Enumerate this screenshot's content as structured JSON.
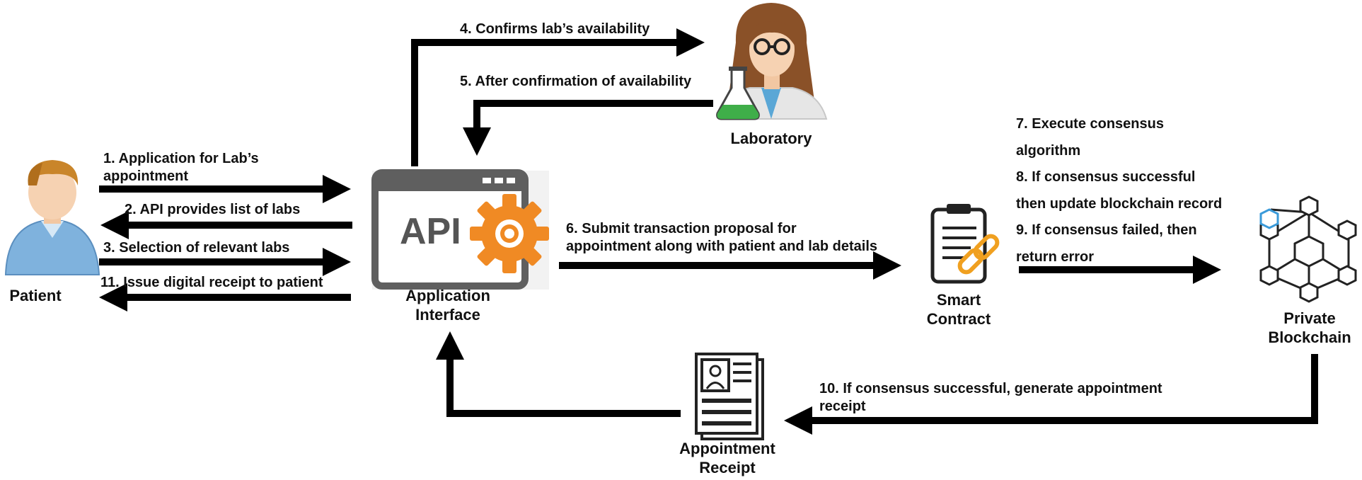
{
  "nodes": {
    "patient": "Patient",
    "laboratory": "Laboratory",
    "api_line1": "Application",
    "api_line2": "Interface",
    "api_logo": "API",
    "contract_line1": "Smart",
    "contract_line2": "Contract",
    "blockchain_line1": "Private",
    "blockchain_line2": "Blockchain",
    "receipt_line1": "Appointment",
    "receipt_line2": "Receipt"
  },
  "steps": {
    "s1_line1": "1. Application  for Lab’s",
    "s1_line2": "appointment",
    "s2": "2. API provides list of labs",
    "s3": "3. Selection of relevant labs",
    "s11": "11. Issue digital receipt to patient",
    "s4": "4. Confirms lab’s availability",
    "s5": "5. After confirmation of availability",
    "s6_line1": "6. Submit transaction proposal for",
    "s6_line2": "appointment along with patient and lab details",
    "s7_line1": "7. Execute consensus",
    "s7_line2": "algorithm",
    "s8_line1": "8. If consensus successful",
    "s8_line2": "then update blockchain record",
    "s9_line1": "9. If consensus failed, then",
    "s9_line2": "return error",
    "s10_line1": "10. If consensus successful, generate appointment",
    "s10_line2": "receipt"
  },
  "colors": {
    "arrow": "#000000",
    "api_frame": "#5f5f5f",
    "gear": "#f08a24",
    "blockchain_accent": "#3a9ad9",
    "patient_shirt": "#7fb2dd",
    "lab_coat": "#e6e6e6",
    "flask_liquid": "#3fae49",
    "chain": "#f0a020"
  }
}
